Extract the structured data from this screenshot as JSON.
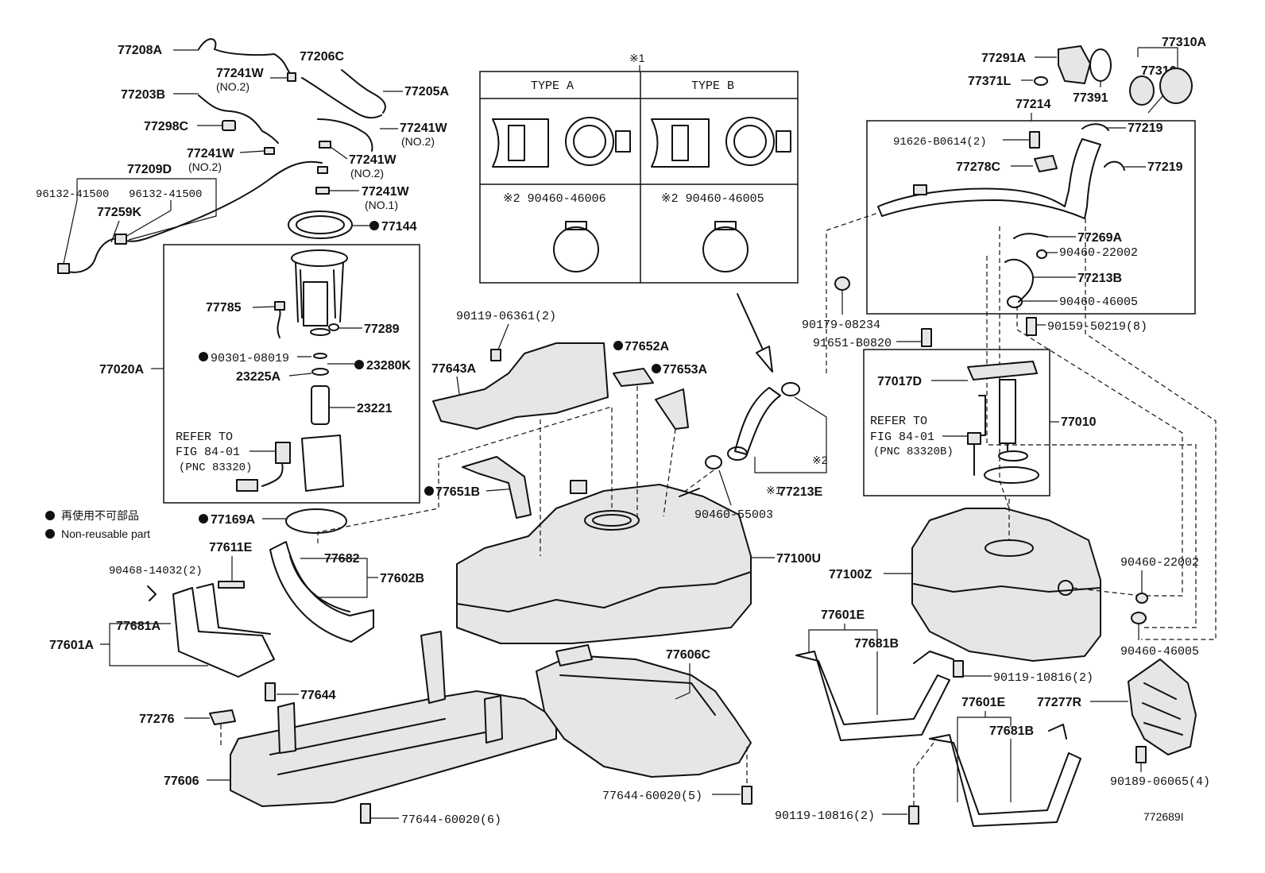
{
  "diagram": {
    "figure_id": "772689I",
    "legend": {
      "line_jp": "再使用不可部品",
      "line_en": "Non-reusable part"
    },
    "note_marks": {
      "note1": "※1",
      "note2": "※2"
    },
    "type_table": {
      "col_a": "TYPE A",
      "col_b": "TYPE B",
      "clamp_a": "※2 90460-46006",
      "clamp_b": "※2 90460-46005"
    },
    "refer_left": {
      "line1": "REFER TO",
      "line2": "FIG 84-01",
      "line3": "(PNC 83320)"
    },
    "refer_right": {
      "line1": "REFER TO",
      "line2": "FIG 84-01",
      "line3": "(PNC 83320B)"
    },
    "labels": {
      "p77208A": "77208A",
      "p77206C": "77206C",
      "p77241W_a": "77241W",
      "no2_a": "(NO.2)",
      "p77205A": "77205A",
      "p77203B": "77203B",
      "p77298C": "77298C",
      "p77241W_b": "77241W",
      "no2_b": "(NO.2)",
      "p77241W_c": "77241W",
      "no2_c": "(NO.2)",
      "p77241W_d": "77241W",
      "no2_d": "(NO.2)",
      "p77241W_e": "77241W",
      "no1_e": "(NO.1)",
      "p77209D": "77209D",
      "p96132_a": "96132-41500",
      "p96132_b": "96132-41500",
      "p77259K": "77259K",
      "p77144": "77144",
      "p77785": "77785",
      "p77289": "77289",
      "p77020A": "77020A",
      "p90301": "90301-08019",
      "p23280K": "23280K",
      "p23225A": "23225A",
      "p23221": "23221",
      "p77169A": "77169A",
      "p77611E": "77611E",
      "p90468": "90468-14032(2)",
      "p77682": "77682",
      "p77602B": "77602B",
      "p77601A": "77601A",
      "p77681A": "77681A",
      "p77644": "77644",
      "p77276": "77276",
      "p77606": "77606",
      "p77644_6": "77644-60020(6)",
      "p90119_06361": "90119-06361(2)",
      "p77643A": "77643A",
      "p77652A": "77652A",
      "p77653A": "77653A",
      "p77651B": "77651B",
      "p77100U": "77100U",
      "p77606C": "77606C",
      "p77644_5": "77644-60020(5)",
      "p90460_55003": "90460-55003",
      "p77213E": "77213E",
      "p77291A": "77291A",
      "p77371L": "77371L",
      "p77391": "77391",
      "p77316": "77316",
      "p77310A": "77310A",
      "p77214": "77214",
      "p91626": "91626-B0614(2)",
      "p77219_a": "77219",
      "p77278C": "77278C",
      "p77219_b": "77219",
      "p77269A": "77269A",
      "p90460_22002_a": "90460-22002",
      "p77213B": "77213B",
      "p90460_46005_a": "90460-46005",
      "p90179": "90179-08234",
      "p91651": "91651-B0820",
      "p90159": "90159-50219(8)",
      "p77017D": "77017D",
      "p77010": "77010",
      "p77100Z": "77100Z",
      "p90460_22002_b": "90460-22002",
      "p90460_46005_b": "90460-46005",
      "p77601E_a": "77601E",
      "p77681B_a": "77681B",
      "p90119_10816_a": "90119-10816(2)",
      "p77601E_b": "77601E",
      "p77681B_b": "77681B",
      "p77277R": "77277R",
      "p90189": "90189-06065(4)",
      "p90119_10816_b": "90119-10816(2)"
    }
  }
}
